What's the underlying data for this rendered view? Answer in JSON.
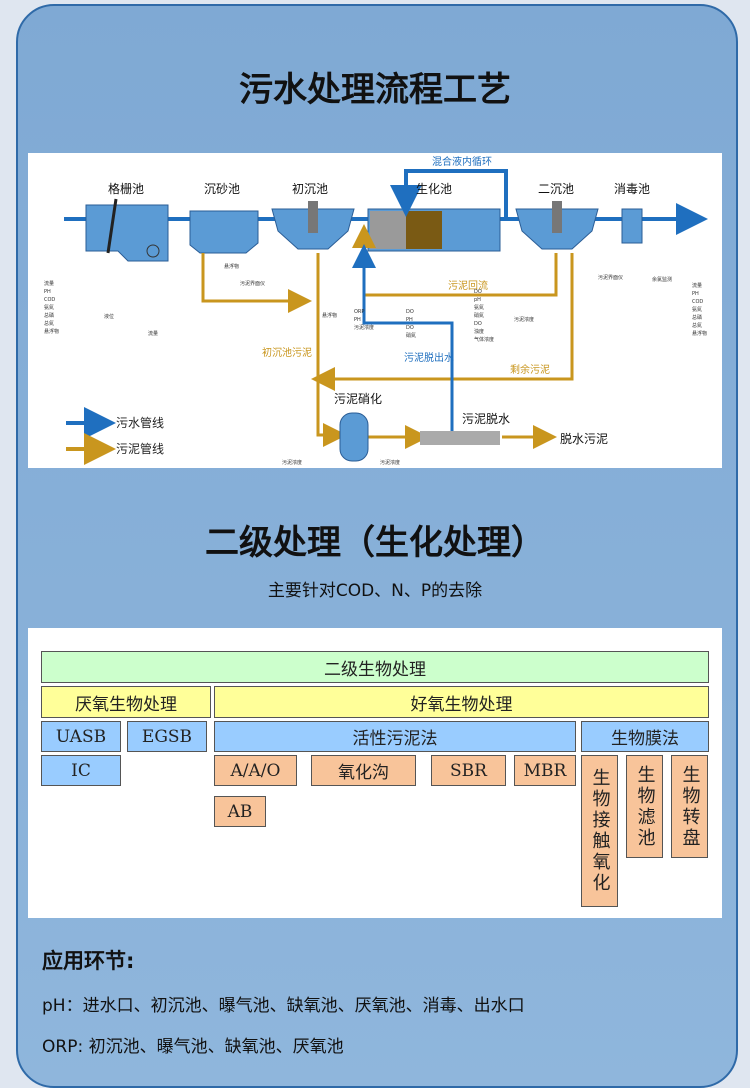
{
  "title": "污水处理流程工艺",
  "process_diagram": {
    "units": [
      "格栅池",
      "沉砂池",
      "初沉池",
      "生化池",
      "二沉池",
      "消毒池"
    ],
    "flow_labels": {
      "internal_recycle": "混合液内循环",
      "sludge_return": "污泥回流",
      "primary_sludge": "初沉池污泥",
      "sludge_dewater_outflow": "污泥脱出水",
      "excess_sludge": "剩余污泥",
      "sludge_digestion": "污泥硝化",
      "sludge_dewatering": "污泥脱水",
      "dewatered_sludge": "脱水污泥"
    },
    "legend": {
      "sewage": "污水管线",
      "sludge": "污泥管线"
    },
    "instruments": {
      "inlet_list": [
        "流量",
        "PH",
        "COD",
        "氨氮",
        "总磷",
        "总氮",
        "悬浮物"
      ],
      "level": "液位",
      "flow": "流量",
      "grit_ss": "悬浮物",
      "grit_interface": "污泥界面仪",
      "primary_ss": "悬浮物",
      "bio_list1": [
        "ORP",
        "PH",
        "污泥浓度"
      ],
      "bio_list2": [
        "DO",
        "PH",
        "DO",
        "硝氮"
      ],
      "bio_list3": [
        "DO",
        "pH",
        "氨氮",
        "硝氮",
        "DO",
        "浊度",
        "气体浓度"
      ],
      "secondary_conc": "污泥浓度",
      "secondary_interface": "污泥界面仪",
      "residual_chlorine": "余氯监测",
      "outlet_list": [
        "流量",
        "PH",
        "COD",
        "氨氮",
        "总磷",
        "总氮",
        "悬浮物"
      ],
      "digest_conc": "污泥浓度",
      "digest_conc2": "污泥浓度"
    }
  },
  "section2": {
    "title": "二级处理（生化处理）",
    "subtitle": "主要针对COD、N、P的去除"
  },
  "classification": {
    "root": "二级生物处理",
    "anaerobic": "厌氧生物处理",
    "aerobic": "好氧生物处理",
    "uasb": "UASB",
    "egsb": "EGSB",
    "ic": "IC",
    "activated_sludge": "活性污泥法",
    "biofilm": "生物膜法",
    "aao": "A/A/O",
    "oxidation_ditch": "氧化沟",
    "sbr": "SBR",
    "mbr": "MBR",
    "ab": "AB",
    "contact_oxidation": "生物接触氧化",
    "biofilter": "生物滤池",
    "rotating_disc": "生物转盘"
  },
  "applications": {
    "title": "应用环节:",
    "lines": [
      "pH：进水口、初沉池、曝气池、缺氧池、厌氧池、消毒、出水口",
      "ORP: 初沉池、曝气池、缺氧池、厌氧池"
    ]
  },
  "colors": {
    "sewage": "#1f6fbf",
    "sludge": "#c9961e",
    "tank": "#5b9bd5",
    "root_box": "#ccffcc",
    "level2": "#ffff99",
    "level3": "#99ccff",
    "level4": "#f8c49a"
  }
}
